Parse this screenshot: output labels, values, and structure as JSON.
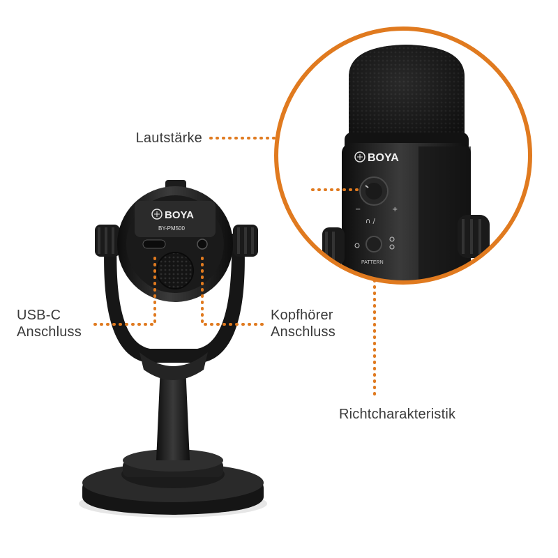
{
  "callouts": {
    "volume": "Lautstärke",
    "usb_c": [
      "USB-C",
      "Anschluss"
    ],
    "headphone": [
      "Kopfhörer",
      "Anschluss"
    ],
    "pattern": "Richtcharakteristik"
  },
  "device_print": {
    "brand": "BOYA",
    "model": "BY-PM500",
    "pattern_label": "PATTERN"
  },
  "colors": {
    "accent": "#e07a1f",
    "text": "#3a3a3a",
    "body": "#1b1b1b",
    "background": "#ffffff"
  }
}
